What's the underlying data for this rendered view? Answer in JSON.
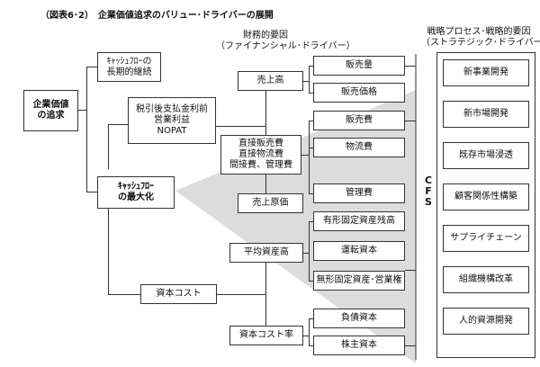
{
  "title": "（図表6･2）　企業価値追求のバリュー･ドライバーの展開",
  "headers": {
    "financial_line1": "財務的要因",
    "financial_line2": "（ファイナンシャル･ドライバー）",
    "strategic_line1": "戦略プロセス･戦略的要因",
    "strategic_line2": "（ストラテジック･ドライバー）"
  },
  "nodes": {
    "root": [
      "企業価値",
      "の追求"
    ],
    "long_term": [
      "ｷｬｯｼｭﾌﾛｰの",
      "長期的継続"
    ],
    "maximize": [
      "ｷｬｯｼｭﾌﾛｰ",
      "の最大化"
    ],
    "nopat": [
      "税引後支払金利前",
      "営業利益",
      "NOPAT"
    ],
    "capital_cost": "資本コスト",
    "sales": "売上高",
    "direct_costs": [
      "直接販売費",
      "直接物流費",
      "間接費、管理費"
    ],
    "cogs": "売上原価",
    "avg_assets": "平均資産高",
    "capital_cost_rate": "資本コスト率",
    "sales_volume": "販売量",
    "sales_price": "販売価格",
    "selling_cost": "販売費",
    "logistics_cost": "物流費",
    "admin_cost": "管理費",
    "tangible_assets": "有形固定資産残高",
    "working_capital": "運転資本",
    "intangible_assets": "無形固定資産･営業権",
    "debt_capital": "負債資本",
    "equity_capital": "株主資本",
    "cfs_letters": [
      "C",
      "F",
      "S"
    ]
  },
  "strategic": [
    "新事業開発",
    "新市場開発",
    "既存市場浸透",
    "顧客関係性構築",
    "サプライチェーン",
    "組織機構改革",
    "人的資源開発"
  ]
}
